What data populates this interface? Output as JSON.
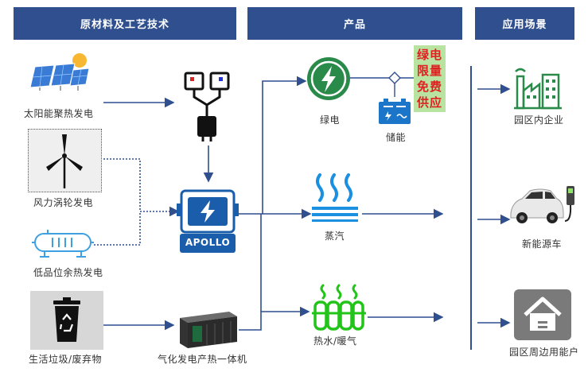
{
  "headers": {
    "raw_materials": "原材料及工艺技术",
    "products": "产品",
    "applications": "应用场景"
  },
  "inputs": {
    "solar": "太阳能聚热发电",
    "wind": "风力涡轮发电",
    "low_grade": "低品位余热发电",
    "waste": "生活垃圾/废弃物"
  },
  "machines": {
    "apollo": "APOLLO",
    "gasifier": "气化发电产热一体机"
  },
  "products": {
    "green_power": "绿电",
    "storage": "储能",
    "steam": "蒸汽",
    "hot_water": "热水/暖气",
    "note_lines": [
      "绿电",
      "限量",
      "免费",
      "供应"
    ]
  },
  "applications": {
    "industrial": "园区内企业",
    "ev": "新能源车",
    "residential": "园区周边用能户"
  },
  "colors": {
    "header_bg": "#2f4f8f",
    "line": "#2f4f8f",
    "icon_blue": "#1b75c9",
    "icon_green": "#2a8a4a",
    "bright_green": "#22c41a",
    "note_bg": "#b8e3a0",
    "note_text": "#e02020"
  }
}
